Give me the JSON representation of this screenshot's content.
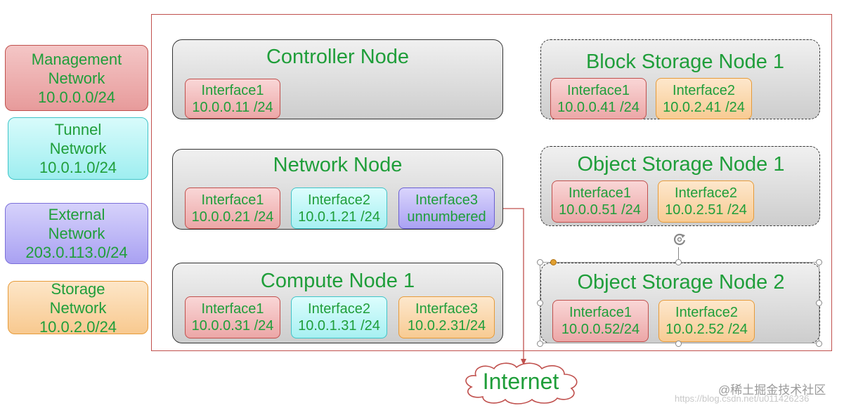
{
  "legend": {
    "management": {
      "line1": "Management",
      "line2": "Network",
      "line3": "10.0.0.0/24"
    },
    "tunnel": {
      "line1": "Tunnel",
      "line2": "Network",
      "line3": "10.0.1.0/24"
    },
    "external": {
      "line1": "External",
      "line2": "Network",
      "line3": "203.0.113.0/24"
    },
    "storage": {
      "line1": "Storage",
      "line2": "Network",
      "line3": "10.0.2.0/24"
    }
  },
  "nodes": {
    "controller": {
      "title": "Controller Node",
      "interfaces": [
        {
          "name": "Interface1",
          "addr": "10.0.0.11 /24"
        }
      ]
    },
    "network": {
      "title": "Network Node",
      "interfaces": [
        {
          "name": "Interface1",
          "addr": "10.0.0.21 /24"
        },
        {
          "name": "Interface2",
          "addr": "10.0.1.21 /24"
        },
        {
          "name": "Interface3",
          "addr": "unnumbered"
        }
      ]
    },
    "compute1": {
      "title": "Compute Node 1",
      "interfaces": [
        {
          "name": "Interface1",
          "addr": "10.0.0.31 /24"
        },
        {
          "name": "Interface2",
          "addr": "10.0.1.31 /24"
        },
        {
          "name": "Interface3",
          "addr": "10.0.2.31/24"
        }
      ]
    },
    "block1": {
      "title": "Block Storage Node 1",
      "interfaces": [
        {
          "name": "Interface1",
          "addr": "10.0.0.41 /24"
        },
        {
          "name": "Interface2",
          "addr": "10.0.2.41 /24"
        }
      ]
    },
    "object1": {
      "title": "Object Storage Node 1",
      "interfaces": [
        {
          "name": "Interface1",
          "addr": "10.0.0.51 /24"
        },
        {
          "name": "Interface2",
          "addr": "10.0.2.51 /24"
        }
      ]
    },
    "object2": {
      "title": "Object Storage Node 2",
      "interfaces": [
        {
          "name": "Interface1",
          "addr": "10.0.0.52/24"
        },
        {
          "name": "Interface2",
          "addr": "10.0.2.52 /24"
        }
      ]
    }
  },
  "internet": {
    "label": "Internet"
  },
  "watermark": {
    "text": "@稀土掘金技术社区",
    "faint": "https://blog.csdn.net/u011426236"
  },
  "colors": {
    "label_green": "#1f9e3a",
    "frame_red": "#c0504d",
    "management": "#e79b9b",
    "tunnel": "#9eeef0",
    "external": "#a9a1f2",
    "storage": "#f8c98f"
  },
  "icons": {
    "rotate_handle": "rotate-icon"
  }
}
